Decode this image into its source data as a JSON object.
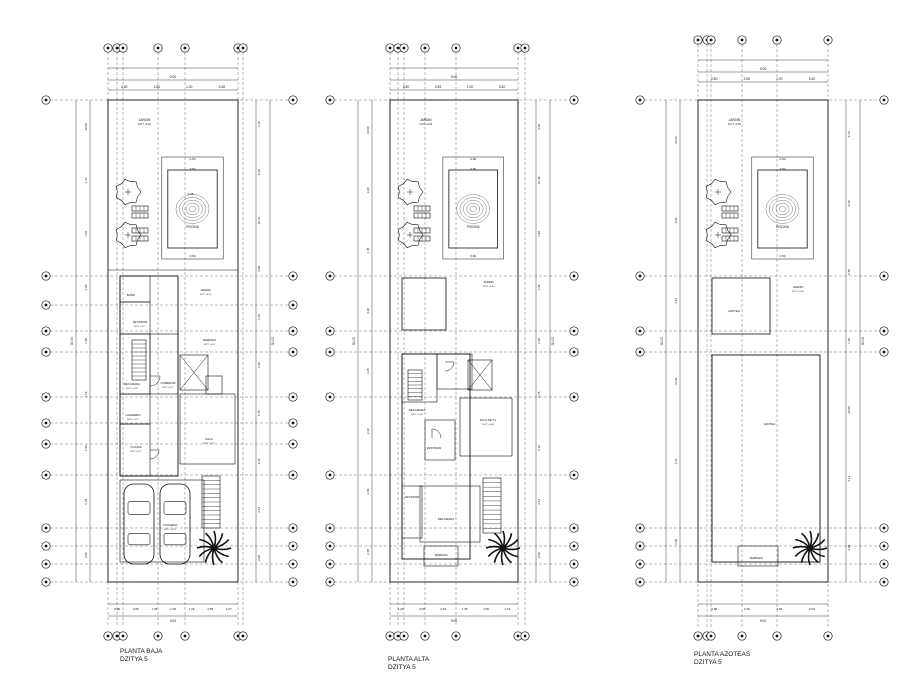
{
  "plans": [
    {
      "id": "planta-baja",
      "caption_title": "PLANTA BAJA",
      "caption_subtitle": "DZITYA 5",
      "total_length": "30.00",
      "top_dims": [
        "9.00",
        "0.80",
        "2.65",
        "1.00",
        "3.48"
      ],
      "bottom_dims": [
        "0.80",
        "2.65",
        "1.35",
        "1.08",
        "1.16",
        "4.55",
        "2.27",
        "9.00"
      ],
      "left_dims": [
        "10.60",
        "1.46",
        "1.45",
        "6.05",
        "1.48",
        "1.15",
        "1.86",
        "5.28",
        "2.08"
      ],
      "right_dims": [
        "3.10",
        "6.30",
        "10.70",
        "6.48",
        "1.45",
        "2.40",
        "6.75",
        "2.15",
        "2.13",
        "2.08"
      ],
      "rooms": [
        {
          "name": "JARDIN",
          "level": "N.P.T +0.00"
        },
        {
          "name": "PISCINA",
          "level": ""
        },
        {
          "name": "JARDIN",
          "level": "N.P.T +0.00"
        },
        {
          "name": "BAÑO",
          "level": ""
        },
        {
          "name": "VESTIDOR",
          "level": "N.P.T +0.17"
        },
        {
          "name": "TERRAZA",
          "level": "N.P.T +0.17"
        },
        {
          "name": "RECAMARA",
          "level": "N.P.T +0.50"
        },
        {
          "name": "COMEDOR",
          "level": "N.P.T +0.17"
        },
        {
          "name": "LAVADERO",
          "level": "N.P.T +0.17"
        },
        {
          "name": "COCINA",
          "level": "N.P.T +0.17"
        },
        {
          "name": "SALA",
          "level": "N.P.T +0.17"
        },
        {
          "name": "COCHERA",
          "level": "N.P.T +0.00"
        }
      ],
      "pool_dims": [
        "0.60",
        "3.50",
        "5.05",
        "0.60"
      ]
    },
    {
      "id": "planta-alta",
      "caption_title": "PLANTA ALTA",
      "caption_subtitle": "DZITYA 5",
      "total_length": "30.00",
      "top_dims": [
        "9.00",
        "0.80",
        "2.65",
        "1.00",
        "3.40"
      ],
      "bottom_dims": [
        "1.20",
        "4.05",
        "2.10",
        "1.35",
        "1.05",
        "1.16",
        "9.00"
      ],
      "left_dims": [
        "10.60",
        "3.20",
        "1.45",
        "4.20",
        "3.15",
        "2.10",
        "1.60",
        "2.08"
      ],
      "right_dims": [
        "6.30",
        "10.40",
        "6.48",
        "1.45",
        "2.40",
        "6.75",
        "3.15",
        "2.13",
        "2.08"
      ],
      "rooms": [
        {
          "name": "JARDIN",
          "level": "N.P.T +0.00"
        },
        {
          "name": "PISCINA",
          "level": ""
        },
        {
          "name": "JARDIN",
          "level": "N.P.T +0.00"
        },
        {
          "name": "RECAMARA",
          "level": "N.P.T +3.40"
        },
        {
          "name": "SALA DE TV",
          "level": "N.P.T +3.40"
        },
        {
          "name": "VESTIDOR",
          "level": ""
        },
        {
          "name": "RECAMARA",
          "level": ""
        },
        {
          "name": "VESTIDOR",
          "level": ""
        },
        {
          "name": "TERRAZA",
          "level": ""
        }
      ],
      "pool_dims": [
        "0.60",
        "3.50",
        "0.60"
      ]
    },
    {
      "id": "planta-azoteas",
      "caption_title": "PLANTA AZOTEAS",
      "caption_subtitle": "DZITYA 5",
      "total_length": "30.00",
      "top_dims": [
        "9.00",
        "0.80",
        "2.65",
        "1.00",
        "3.40"
      ],
      "bottom_dims": [
        "0.80",
        "1.50",
        "3.60",
        "2.23",
        "9.00"
      ],
      "left_dims": [
        "10.60",
        "3.20",
        "1.45",
        "11.50",
        "1.13",
        "2.08"
      ],
      "right_dims": [
        "3.10",
        "6.30",
        "6.48",
        "1.45",
        "10.50",
        "2.13",
        "2.08"
      ],
      "rooms": [
        {
          "name": "JARDIN",
          "level": "N.P.T +0.00"
        },
        {
          "name": "PISCINA",
          "level": ""
        },
        {
          "name": "AZOTEA",
          "level": ""
        },
        {
          "name": "JARDIN",
          "level": "N.P.T +0.00"
        },
        {
          "name": "AZOTEA",
          "level": ""
        },
        {
          "name": "TERRAZA",
          "level": ""
        }
      ],
      "pool_dims": [
        "0.60",
        "3.50",
        "0.60"
      ]
    }
  ]
}
